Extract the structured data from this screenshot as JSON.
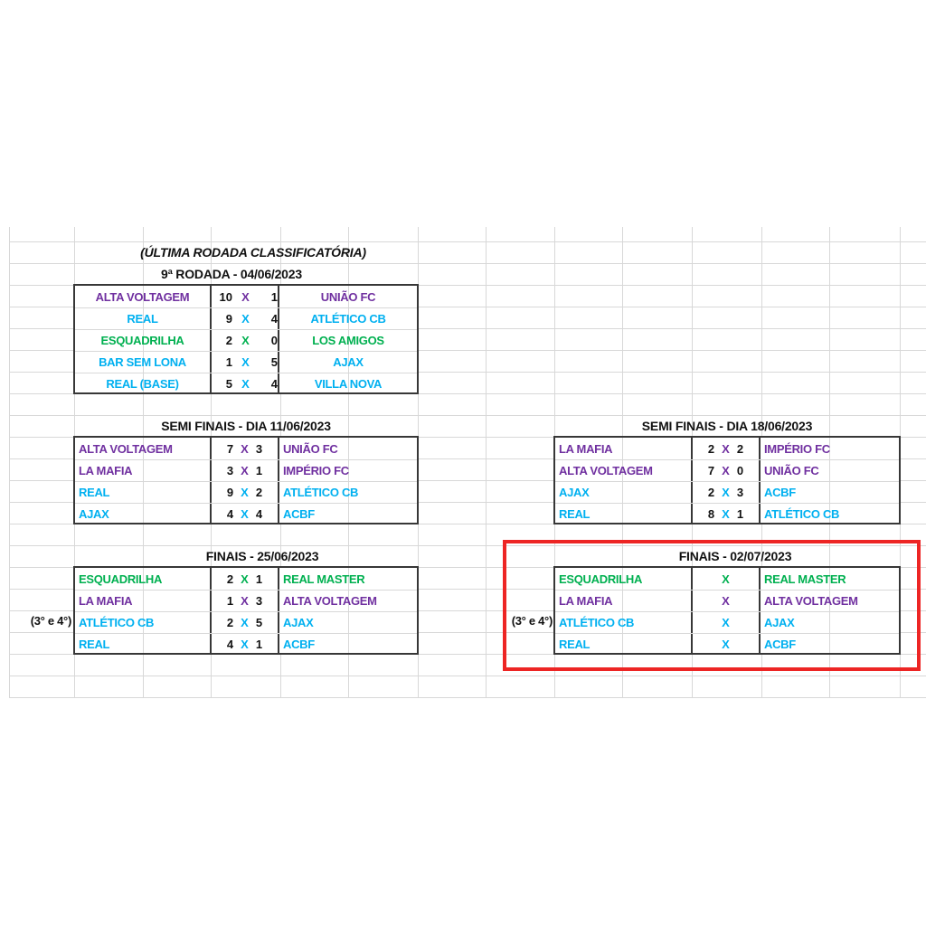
{
  "sheet": {
    "colors": {
      "team_purple": "#7030A0",
      "team_cyan": "#00B0F0",
      "team_green": "#00B050",
      "score_text": "#111111",
      "title_text": "#111111",
      "gridline": "#D8D8D8",
      "table_border": "#373737",
      "highlight_red": "#ED2524"
    },
    "headers": {
      "last_round_note": "(ÚLTIMA RODADA CLASSIFICATÓRIA)",
      "round9_title": "9ª RODADA - 04/06/2023",
      "semi1_title": "SEMI FINAIS - DIA 11/06/2023",
      "semi2_title": "SEMI FINAIS - DIA 18/06/2023",
      "final1_title": "FINAIS - 25/06/2023",
      "final2_title": "FINAIS - 02/07/2023"
    },
    "third_fourth_label": "(3° e 4°)",
    "separator_symbol": "X",
    "tables": {
      "round9": {
        "rows": [
          {
            "home": "ALTA VOLTAGEM",
            "home_score": "10",
            "away_score": "1",
            "away": "UNIÃO FC",
            "color": "purple"
          },
          {
            "home": "REAL",
            "home_score": "9",
            "away_score": "4",
            "away": "ATLÉTICO CB",
            "color": "cyan"
          },
          {
            "home": "ESQUADRILHA",
            "home_score": "2",
            "away_score": "0",
            "away": "LOS AMIGOS",
            "color": "green"
          },
          {
            "home": "BAR SEM LONA",
            "home_score": "1",
            "away_score": "5",
            "away": "AJAX",
            "color": "cyan"
          },
          {
            "home": "REAL (BASE)",
            "home_score": "5",
            "away_score": "4",
            "away": "VILLA NOVA",
            "color": "cyan"
          }
        ]
      },
      "semi1": {
        "rows": [
          {
            "home": "ALTA VOLTAGEM",
            "home_score": "7",
            "away_score": "3",
            "away": "UNIÃO FC",
            "color": "purple"
          },
          {
            "home": "LA MAFIA",
            "home_score": "3",
            "away_score": "1",
            "away": "IMPÉRIO FC",
            "color": "purple"
          },
          {
            "home": "REAL",
            "home_score": "9",
            "away_score": "2",
            "away": "ATLÉTICO CB",
            "color": "cyan"
          },
          {
            "home": "AJAX",
            "home_score": "4",
            "away_score": "4",
            "away": "ACBF",
            "color": "cyan"
          }
        ]
      },
      "semi2": {
        "rows": [
          {
            "home": "LA MAFIA",
            "home_score": "2",
            "away_score": "2",
            "away": "IMPÉRIO FC",
            "color": "purple"
          },
          {
            "home": "ALTA VOLTAGEM",
            "home_score": "7",
            "away_score": "0",
            "away": "UNIÃO FC",
            "color": "purple"
          },
          {
            "home": "AJAX",
            "home_score": "2",
            "away_score": "3",
            "away": "ACBF",
            "color": "cyan"
          },
          {
            "home": "REAL",
            "home_score": "8",
            "away_score": "1",
            "away": "ATLÉTICO CB",
            "color": "cyan"
          }
        ]
      },
      "final1": {
        "rows": [
          {
            "home": "ESQUADRILHA",
            "home_score": "2",
            "away_score": "1",
            "away": "REAL MASTER",
            "color": "green"
          },
          {
            "home": "LA MAFIA",
            "home_score": "1",
            "away_score": "3",
            "away": "ALTA VOLTAGEM",
            "color": "purple"
          },
          {
            "home": "ATLÉTICO CB",
            "home_score": "2",
            "away_score": "5",
            "away": "AJAX",
            "color": "cyan"
          },
          {
            "home": "REAL",
            "home_score": "4",
            "away_score": "1",
            "away": "ACBF",
            "color": "cyan"
          }
        ]
      },
      "final2": {
        "rows": [
          {
            "home": "ESQUADRILHA",
            "away": "REAL MASTER",
            "color": "green"
          },
          {
            "home": "LA MAFIA",
            "away": "ALTA VOLTAGEM",
            "color": "purple"
          },
          {
            "home": "ATLÉTICO CB",
            "away": "AJAX",
            "color": "cyan"
          },
          {
            "home": "REAL",
            "away": "ACBF",
            "color": "cyan"
          }
        ]
      }
    }
  }
}
